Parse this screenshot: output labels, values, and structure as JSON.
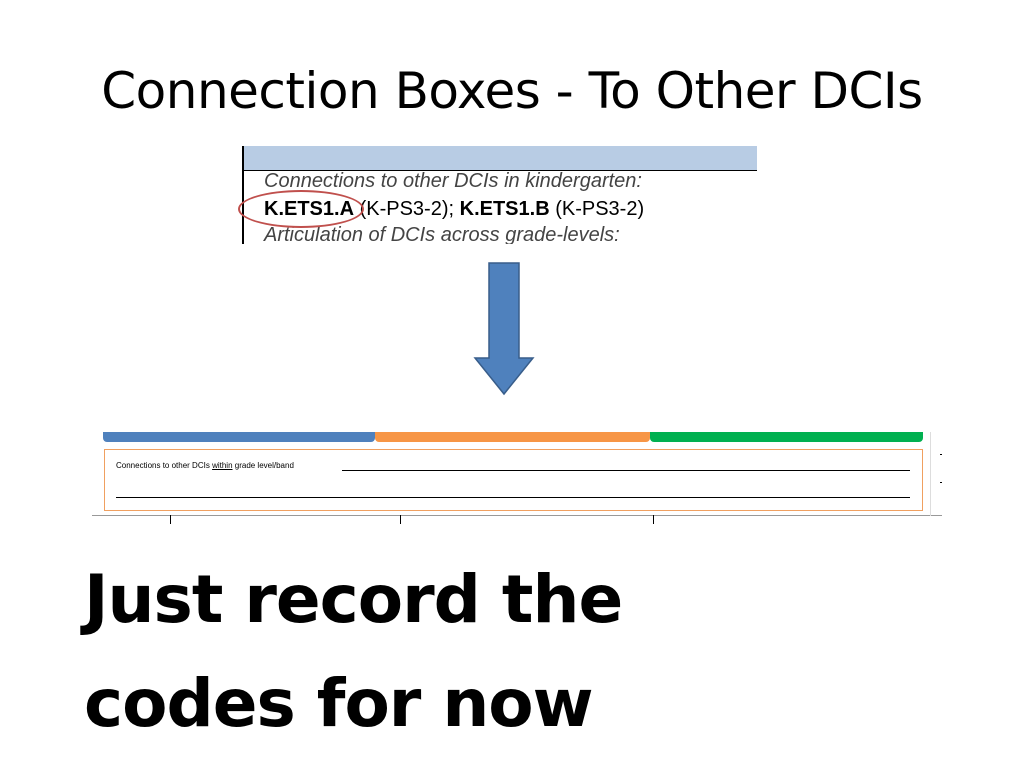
{
  "slide": {
    "title": "Connection Boxes - To Other DCIs",
    "caption_line1": "Just record the",
    "caption_line2": "codes for now"
  },
  "excerpt_top": {
    "heading": "Connections to other DCIs in kindergarten:",
    "code1": "K.ETS1.A",
    "ref1": "(K-PS3-2);",
    "code2": "K.ETS1.B",
    "ref2": "(K-PS3-2)",
    "next_heading": "Articulation of DCIs across grade-levels:",
    "highlight_color": "#c0504d",
    "band_color": "#b8cce4"
  },
  "excerpt_bottom": {
    "label_prefix": "Connections  to other DCIs",
    "label_emphasis": "within",
    "label_suffix": "grade level/band",
    "bar_colors": [
      "#4f81bd",
      "#f79646",
      "#00b050"
    ],
    "frame_color": "#f0a060"
  },
  "arrow": {
    "color": "#4f81bd",
    "direction": "down"
  }
}
